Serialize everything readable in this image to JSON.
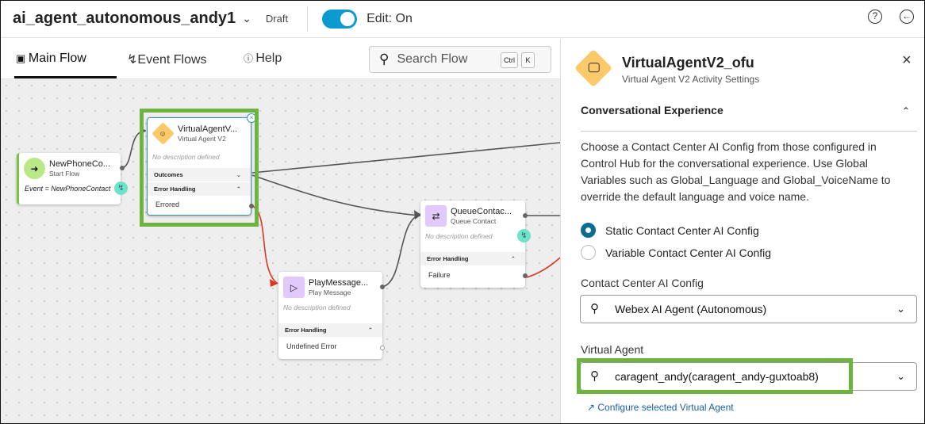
{
  "header": {
    "flow_name": "ai_agent_autonomous_andy1",
    "status": "Draft",
    "edit_label": "Edit: On",
    "edit_on": true
  },
  "tabs": [
    {
      "label": "Main Flow",
      "active": true
    },
    {
      "label": "Event Flows"
    },
    {
      "label": "Help"
    }
  ],
  "search": {
    "placeholder": "Search Flow",
    "shortcut": [
      "Ctrl",
      "K"
    ]
  },
  "nodes": {
    "start": {
      "title": "NewPhoneCo...",
      "subtitle": "Start Flow",
      "event": "Event = NewPhoneContact"
    },
    "va": {
      "title": "VirtualAgentV...",
      "subtitle": "Virtual Agent V2",
      "desc": "No description defined",
      "outcomes": "Outcomes",
      "error_handling": "Error Handling",
      "errored": "Errored"
    },
    "queue": {
      "title": "QueueContac...",
      "subtitle": "Queue Contact",
      "desc": "No description defined",
      "error_handling": "Error Handling",
      "failure": "Failure"
    },
    "play": {
      "title": "PlayMessage...",
      "subtitle": "Play Message",
      "desc": "No description defined",
      "error_handling": "Error Handling",
      "undefined_error": "Undefined Error"
    }
  },
  "panel": {
    "title": "VirtualAgentV2_ofu",
    "subtitle": "Virtual Agent V2 Activity Settings",
    "section": "Conversational Experience",
    "description": "Choose a Contact Center AI Config from those configured in Control Hub for the conversational experience. Use Global Variables such as Global_Language and Global_VoiceName to override the default language and voice name.",
    "radio_static": "Static Contact Center AI Config",
    "radio_variable": "Variable Contact Center AI Config",
    "selected_radio": "static",
    "config_label": "Contact Center AI Config",
    "config_value": "Webex AI Agent (Autonomous)",
    "agent_label": "Virtual Agent",
    "agent_value": "caragent_andy(caragent_andy-guxtoab8)",
    "configure_link": "Configure selected Virtual Agent"
  },
  "colors": {
    "accent": "#0d9ad1",
    "highlight": "#6db33f",
    "error_edge": "#d9381e"
  }
}
